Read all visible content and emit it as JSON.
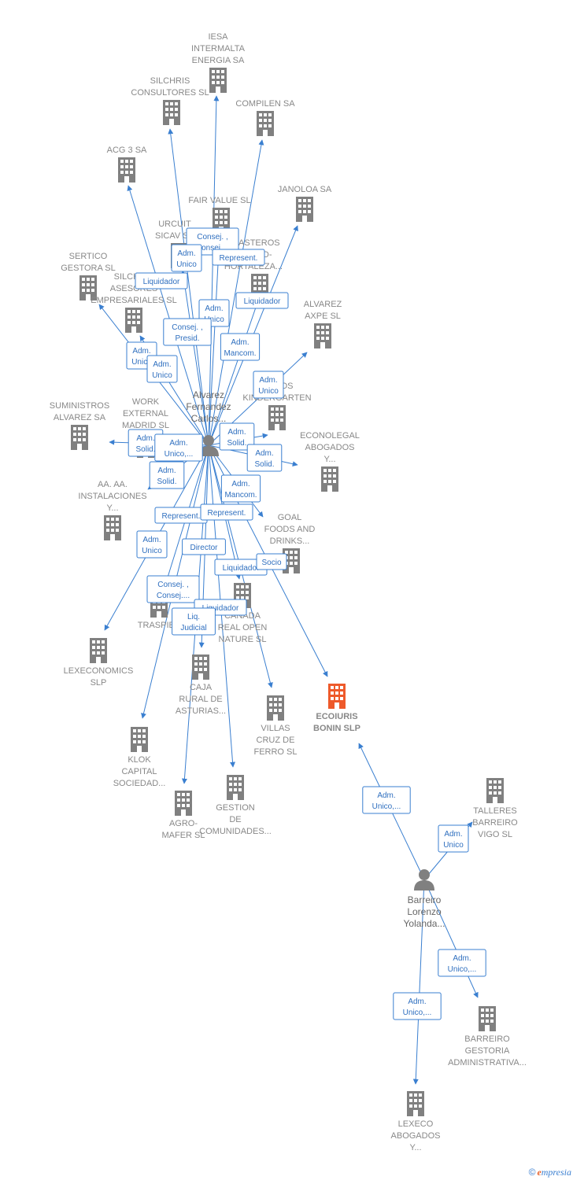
{
  "colors": {
    "edge": "#3a7fd0",
    "building": "#808080",
    "focus_building": "#ee5a2b",
    "person": "#808080"
  },
  "persons": [
    {
      "id": "p1",
      "lines": [
        "Alvarez",
        "Fernandez",
        "Carlos..."
      ]
    },
    {
      "id": "p2",
      "lines": [
        "Barreiro",
        "Lorenzo",
        "Yolanda..."
      ]
    }
  ],
  "companies": [
    {
      "id": "iesa",
      "lines": [
        "IESA",
        "INTERMALTA",
        "ENERGIA SA"
      ]
    },
    {
      "id": "silchris_c",
      "lines": [
        "SILCHRIS",
        "CONSULTORES SL"
      ]
    },
    {
      "id": "compilen",
      "lines": [
        "COMPILEN SA"
      ]
    },
    {
      "id": "acg3",
      "lines": [
        "ACG 3 SA"
      ]
    },
    {
      "id": "fairvalue",
      "lines": [
        "FAIR VALUE  SL"
      ]
    },
    {
      "id": "janoloa",
      "lines": [
        "JANOLOA SA"
      ]
    },
    {
      "id": "urcuit",
      "lines": [
        "URCUIT",
        "SICAV SA"
      ]
    },
    {
      "id": "trasteros",
      "lines": [
        "TRASTEROS",
        "MADRID-",
        "HORTALEZA..."
      ]
    },
    {
      "id": "sertico",
      "lines": [
        "SERTICO",
        "GESTORA SL"
      ]
    },
    {
      "id": "silchris_a",
      "lines": [
        "SILCHRIS",
        "ASESORES",
        "EMPRESARIALES SL"
      ]
    },
    {
      "id": "alvarezaxpe",
      "lines": [
        "ALVAREZ",
        "AXPE  SL"
      ]
    },
    {
      "id": "somos",
      "lines": [
        "SOMOS",
        "KINDERGARTEN"
      ]
    },
    {
      "id": "suministros",
      "lines": [
        "SUMINISTROS",
        "ALVAREZ SA"
      ]
    },
    {
      "id": "work",
      "lines": [
        "WORK",
        "EXTERNAL",
        "MADRID  SL"
      ]
    },
    {
      "id": "econolegal",
      "lines": [
        "ECONOLEGAL",
        "ABOGADOS",
        "Y..."
      ]
    },
    {
      "id": "aaaa",
      "lines": [
        "AA.  AA.",
        "INSTALACIONES",
        "Y..."
      ]
    },
    {
      "id": "goal",
      "lines": [
        "GOAL",
        "FOODS AND",
        "DRINKS..."
      ]
    },
    {
      "id": "traspies",
      "lines": [
        "TRASPIES"
      ]
    },
    {
      "id": "canada",
      "lines": [
        "CANADA",
        "REAL OPEN",
        "NATURE SL"
      ]
    },
    {
      "id": "lexeconomics",
      "lines": [
        "LEXECONOMICS",
        "SLP"
      ]
    },
    {
      "id": "caja",
      "lines": [
        "CAJA",
        "RURAL DE",
        "ASTURIAS..."
      ]
    },
    {
      "id": "villas",
      "lines": [
        "VILLAS",
        "CRUZ DE",
        "FERRO SL"
      ]
    },
    {
      "id": "ecoiuris",
      "lines": [
        "ECOIURIS",
        "BONIN  SLP"
      ],
      "focus": true
    },
    {
      "id": "klok",
      "lines": [
        "KLOK",
        "CAPITAL",
        "SOCIEDAD..."
      ]
    },
    {
      "id": "gestion",
      "lines": [
        "GESTION",
        "DE",
        "COMUNIDADES..."
      ]
    },
    {
      "id": "agromafer",
      "lines": [
        "AGRO-",
        "MAFER SL"
      ]
    },
    {
      "id": "talleres",
      "lines": [
        "TALLERES",
        "BARREIRO",
        "VIGO SL"
      ]
    },
    {
      "id": "barreirogest",
      "lines": [
        "BARREIRO",
        "GESTORIA",
        "ADMINISTRATIVA..."
      ]
    },
    {
      "id": "lexeco",
      "lines": [
        "LEXECO",
        "ABOGADOS",
        "Y..."
      ]
    }
  ],
  "edge_labels": [
    {
      "id": "e_consej1",
      "lines": [
        "Consej. ,",
        "Consej...."
      ]
    },
    {
      "id": "e_admunico_top",
      "lines": [
        "Adm.",
        "Unico"
      ]
    },
    {
      "id": "e_represent_top",
      "lines": [
        "Represent."
      ]
    },
    {
      "id": "e_liquidador1",
      "lines": [
        "Liquidador"
      ]
    },
    {
      "id": "e_liquidador2",
      "lines": [
        "Liquidador"
      ]
    },
    {
      "id": "e_admunico2",
      "lines": [
        "Adm.",
        "Unico"
      ]
    },
    {
      "id": "e_consejpresid",
      "lines": [
        "Consej. ,",
        "Presid."
      ]
    },
    {
      "id": "e_admmancom1",
      "lines": [
        "Adm.",
        "Mancom."
      ]
    },
    {
      "id": "e_admunico3",
      "lines": [
        "Adm.",
        "Unico"
      ]
    },
    {
      "id": "e_admunico4",
      "lines": [
        "Adm.",
        "Unico"
      ]
    },
    {
      "id": "e_admunico_somos",
      "lines": [
        "Adm.",
        "Unico"
      ]
    },
    {
      "id": "e_admsolid1",
      "lines": [
        "Adm.",
        "Solid."
      ]
    },
    {
      "id": "e_admsolid2",
      "lines": [
        "Adm.",
        "Solid."
      ]
    },
    {
      "id": "e_admunicodots",
      "lines": [
        "Adm.",
        "Unico,..."
      ]
    },
    {
      "id": "e_admsolid3",
      "lines": [
        "Adm.",
        "Solid."
      ]
    },
    {
      "id": "e_admsolid4",
      "lines": [
        "Adm.",
        "Solid."
      ]
    },
    {
      "id": "e_admmancom2",
      "lines": [
        "Adm.",
        "Mancom."
      ]
    },
    {
      "id": "e_represent2",
      "lines": [
        "Represent."
      ]
    },
    {
      "id": "e_represent3",
      "lines": [
        "Represent."
      ]
    },
    {
      "id": "e_admunico5",
      "lines": [
        "Adm.",
        "Unico"
      ]
    },
    {
      "id": "e_director",
      "lines": [
        "Director"
      ]
    },
    {
      "id": "e_liquidador3",
      "lines": [
        "Liquidador"
      ]
    },
    {
      "id": "e_socio",
      "lines": [
        "Socio"
      ]
    },
    {
      "id": "e_consej2",
      "lines": [
        "Consej. ,",
        "Consej...."
      ]
    },
    {
      "id": "e_liquidador4",
      "lines": [
        "Liquidador"
      ]
    },
    {
      "id": "e_liqjudicial",
      "lines": [
        "Liq.",
        "Judicial"
      ]
    },
    {
      "id": "e_admunico_ecoiuris",
      "lines": [
        "Adm.",
        "Unico,..."
      ]
    },
    {
      "id": "e_admunico_talleres",
      "lines": [
        "Adm.",
        "Unico"
      ]
    },
    {
      "id": "e_admunico_gestoria",
      "lines": [
        "Adm.",
        "Unico,..."
      ]
    },
    {
      "id": "e_admunico_lexeco",
      "lines": [
        "Adm.",
        "Unico,..."
      ]
    }
  ],
  "footer": {
    "copyright": "©",
    "brand_first": "e",
    "brand_rest": "mpresia"
  }
}
